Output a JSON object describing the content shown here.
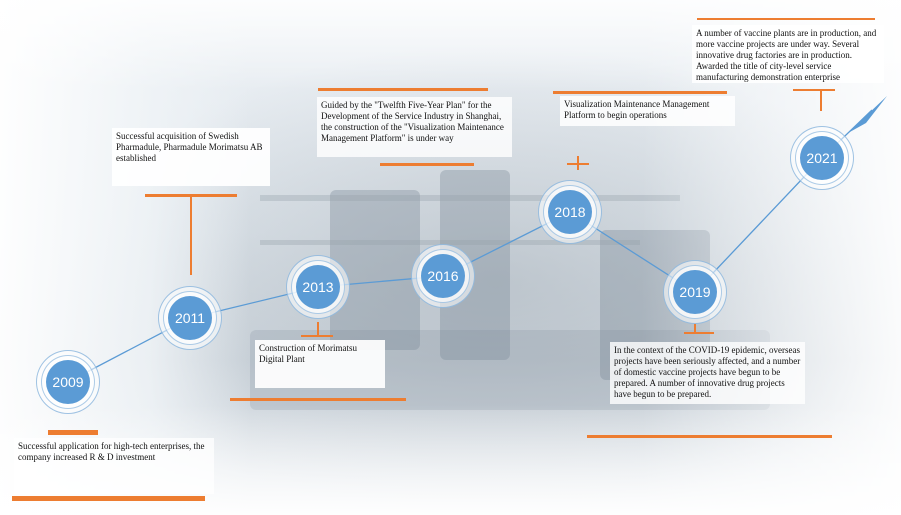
{
  "timeline": {
    "accent_color": "#ed7d31",
    "node_color": "#5b9bd5",
    "line_color": "#5b9bd5",
    "milestones": [
      {
        "year": "2009",
        "text": "Successful application for high-tech enterprises, the company increased R & D investment"
      },
      {
        "year": "2011",
        "text": "Successful acquisition of Swedish Pharmadule, Pharmadule Morimatsu AB established"
      },
      {
        "year": "2013",
        "text": "Construction of Morimatsu Digital Plant"
      },
      {
        "year": "2016",
        "text": "Guided by the \"Twelfth Five-Year Plan\" for the Development of the Service Industry in Shanghai, the construction of the \"Visualization Maintenance Management Platform\" is under way"
      },
      {
        "year": "2018",
        "text": "Visualization Maintenance Management Platform to begin operations"
      },
      {
        "year": "2019",
        "text": "In the context of the COVID-19 epidemic, overseas projects have been seriously affected, and a number of domestic vaccine projects have begun to be prepared. A number of innovative drug projects have begun to be prepared."
      },
      {
        "year": "2021",
        "text": "A number of vaccine plants are in production, and more vaccine projects are under way. Several innovative drug factories are in production. Awarded the title of city-level service manufacturing demonstration enterprise"
      }
    ]
  }
}
